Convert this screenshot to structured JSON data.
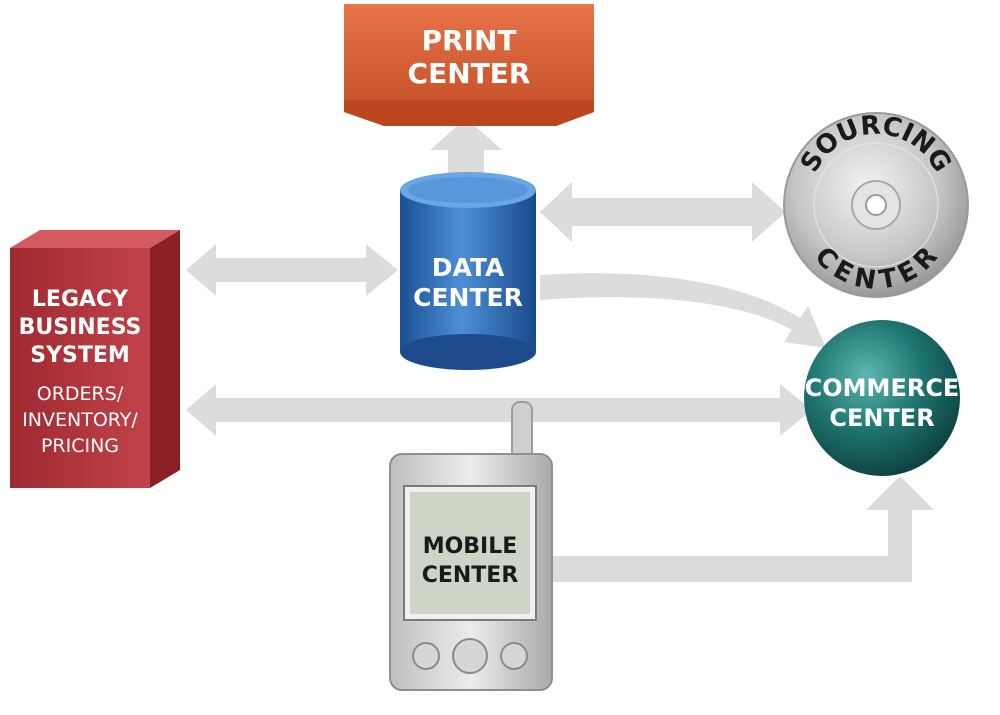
{
  "nodes": {
    "print_center": {
      "line1": "PRINT",
      "line2": "CENTER"
    },
    "data_center": {
      "line1": "DATA",
      "line2": "CENTER"
    },
    "sourcing_center": {
      "top": "SOURCING",
      "bottom": "CENTER"
    },
    "commerce_center": {
      "line1": "COMMERCE",
      "line2": "CENTER"
    },
    "legacy_system": {
      "line1": "LEGACY",
      "line2": "BUSINESS",
      "line3": "SYSTEM",
      "sub1": "ORDERS/",
      "sub2": "INVENTORY/",
      "sub3": "PRICING"
    },
    "mobile_center": {
      "line1": "MOBILE",
      "line2": "CENTER"
    }
  },
  "colors": {
    "arrow": "#d9d9d9",
    "print": "#d9582b",
    "data": "#2f6fb6",
    "legacy": "#b8343c",
    "commerce": "#1f6b68",
    "disc": "#c8c8c8",
    "mobile_screen": "#cfd8c8"
  }
}
